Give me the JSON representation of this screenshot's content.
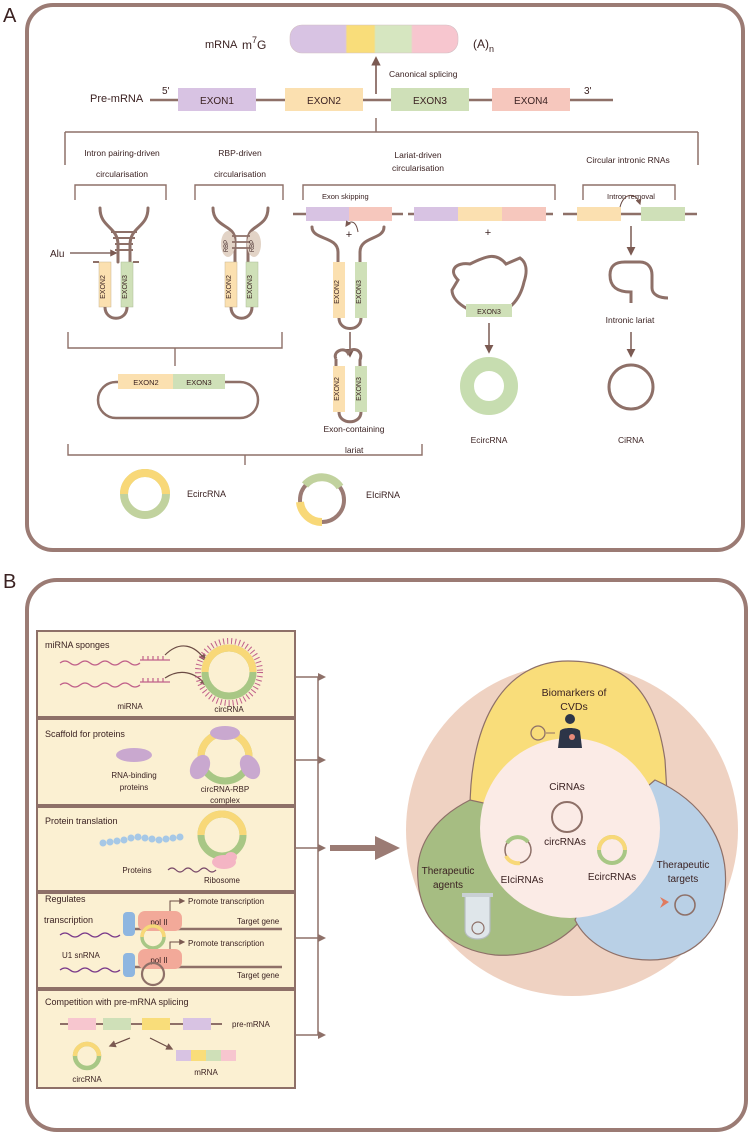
{
  "colors": {
    "frame": "#9b7b74",
    "stroke": "#8e7068",
    "exon1": "#d8c3e3",
    "exon2": "#fbe0b0",
    "exon3": "#cfe0b8",
    "exon4": "#f6c7bd",
    "panel_b_box": "#fbf0d2",
    "venn_bg": "#efd2c2",
    "venn_yellow": "#f9dd7a",
    "venn_green": "#a6bd82",
    "venn_blue": "#b9d0e6",
    "venn_center": "#fbebe6",
    "mirna": "#c0608a",
    "rbp": "#c9a8cf",
    "protein": "#a6c8e6",
    "pol": "#f2a999",
    "u1": "#8eb6e0"
  },
  "panel_a": {
    "label": "A",
    "mrna_label": "mRNA",
    "cap_label": "m",
    "cap_sup": "7",
    "cap_g": "G",
    "polya_label": "(A)",
    "polya_sub": "n",
    "canonical_splicing": "Canonical splicing",
    "premrna_label": "Pre-mRNA",
    "five_prime": "5'",
    "three_prime": "3'",
    "exons": [
      "EXON1",
      "EXON2",
      "EXON3",
      "EXON4"
    ],
    "exon2_short": "EXON2",
    "exon3_short": "EXON3",
    "intron_pairing_l1": "Intron pairing-driven",
    "intron_pairing_l2": "circularisation",
    "rbp_driven_l1": "RBP-driven",
    "rbp_driven_l2": "circularisation",
    "lariat_driven_l1": "Lariat-driven",
    "lariat_driven_l2": "circularisation",
    "circular_intronic": "Circular intronic RNAs",
    "alu": "Alu",
    "rbp": "RBP",
    "exon_skipping": "Exon skipping",
    "intron_removal": "Intron removal",
    "plus": "+",
    "intronic_lariat": "Intronic lariat",
    "exon_containing": "Exon-containing",
    "lariat": "lariat",
    "ecircrna": "EcircRNA",
    "cirna": "CiRNA",
    "eicirna": "EIciRNA"
  },
  "panel_b": {
    "label": "B",
    "box1_title": "miRNA sponges",
    "mirna": "miRNA",
    "circrna": "circRNA",
    "box2_title": "Scaffold for proteins",
    "rbp_l1": "RNA-binding",
    "rbp_l2": "proteins",
    "complex_l1": "circRNA-RBP",
    "complex_l2": "complex",
    "box3_title": "Protein translation",
    "proteins": "Proteins",
    "ribosome": "Ribosome",
    "box4_title": "Regulates",
    "transcription": "transcription",
    "pol2": "pol II",
    "promote_transcription": "Promote transcription",
    "target_gene": "Target gene",
    "u1": "U1 snRNA",
    "box5_title": "Competition with pre-mRNA splicing",
    "premrna": "pre-mRNA",
    "circrna_small": "circRNA",
    "mrna_small": "mRNA",
    "biomarkers_l1": "Biomarkers of",
    "biomarkers_l2": "CVDs",
    "cirnas": "CiRNAs",
    "circrnas": "circRNAs",
    "eicirnas": "EIciRNAs",
    "ecircrnas": "EcircRNAs",
    "therapeutic_agents_l1": "Therapeutic",
    "therapeutic_agents_l2": "agents",
    "therapeutic_targets_l1": "Therapeutic",
    "therapeutic_targets_l2": "targets"
  }
}
